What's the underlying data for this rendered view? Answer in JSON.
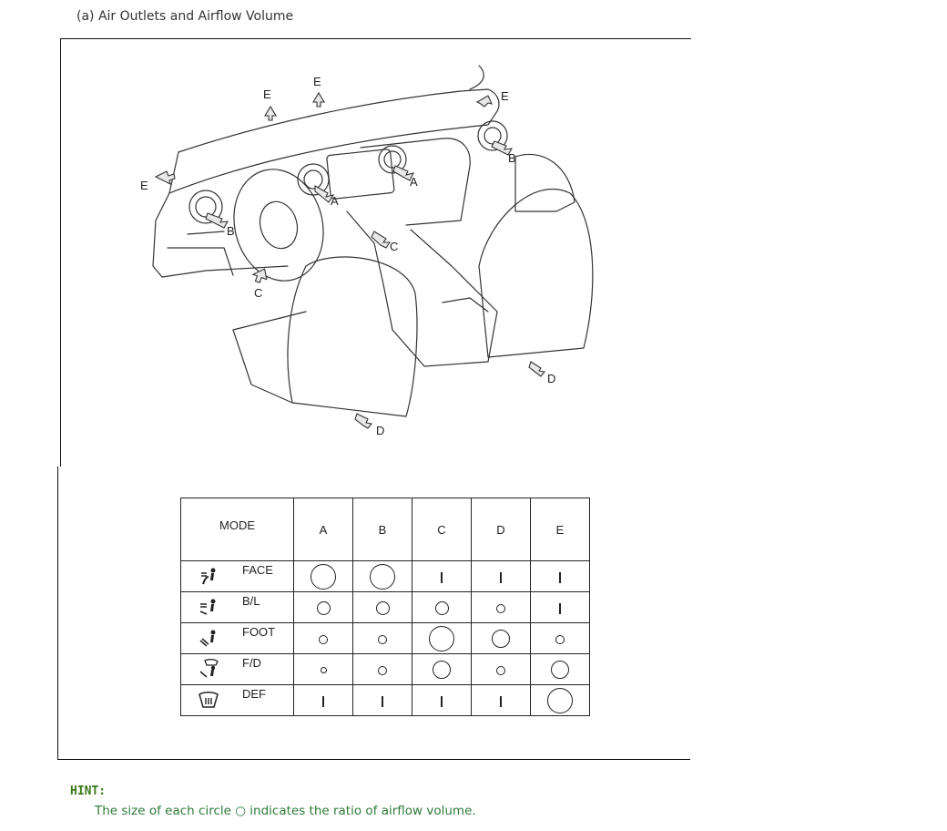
{
  "section_title": "(a) Air Outlets and Airflow Volume",
  "illustration": {
    "outlet_labels": [
      "E",
      "E",
      "E",
      "E",
      "A",
      "A",
      "B",
      "B",
      "C",
      "C",
      "D",
      "D"
    ]
  },
  "table": {
    "header": {
      "mode": "MODE",
      "outlets": [
        "A",
        "B",
        "C",
        "D",
        "E"
      ]
    },
    "rows": [
      {
        "mode": "FACE",
        "icon": "face-mode-icon",
        "values": [
          "xl",
          "xl",
          "dash",
          "dash",
          "dash"
        ]
      },
      {
        "mode": "B/L",
        "icon": "bilevel-mode-icon",
        "values": [
          "m",
          "m",
          "m",
          "s",
          "dash"
        ]
      },
      {
        "mode": "FOOT",
        "icon": "foot-mode-icon",
        "values": [
          "s",
          "s",
          "xl",
          "l",
          "s"
        ]
      },
      {
        "mode": "F/D",
        "icon": "foot-defrost-mode-icon",
        "values": [
          "xs",
          "s",
          "l",
          "s",
          "l"
        ]
      },
      {
        "mode": "DEF",
        "icon": "defrost-mode-icon",
        "values": [
          "dash",
          "dash",
          "dash",
          "dash",
          "xl"
        ]
      }
    ]
  },
  "hint": {
    "label": "HINT:",
    "text": "The size of each circle ○ indicates the ratio of airflow volume."
  },
  "colors": {
    "hint": "#3a7a1a",
    "line": "#222222"
  }
}
